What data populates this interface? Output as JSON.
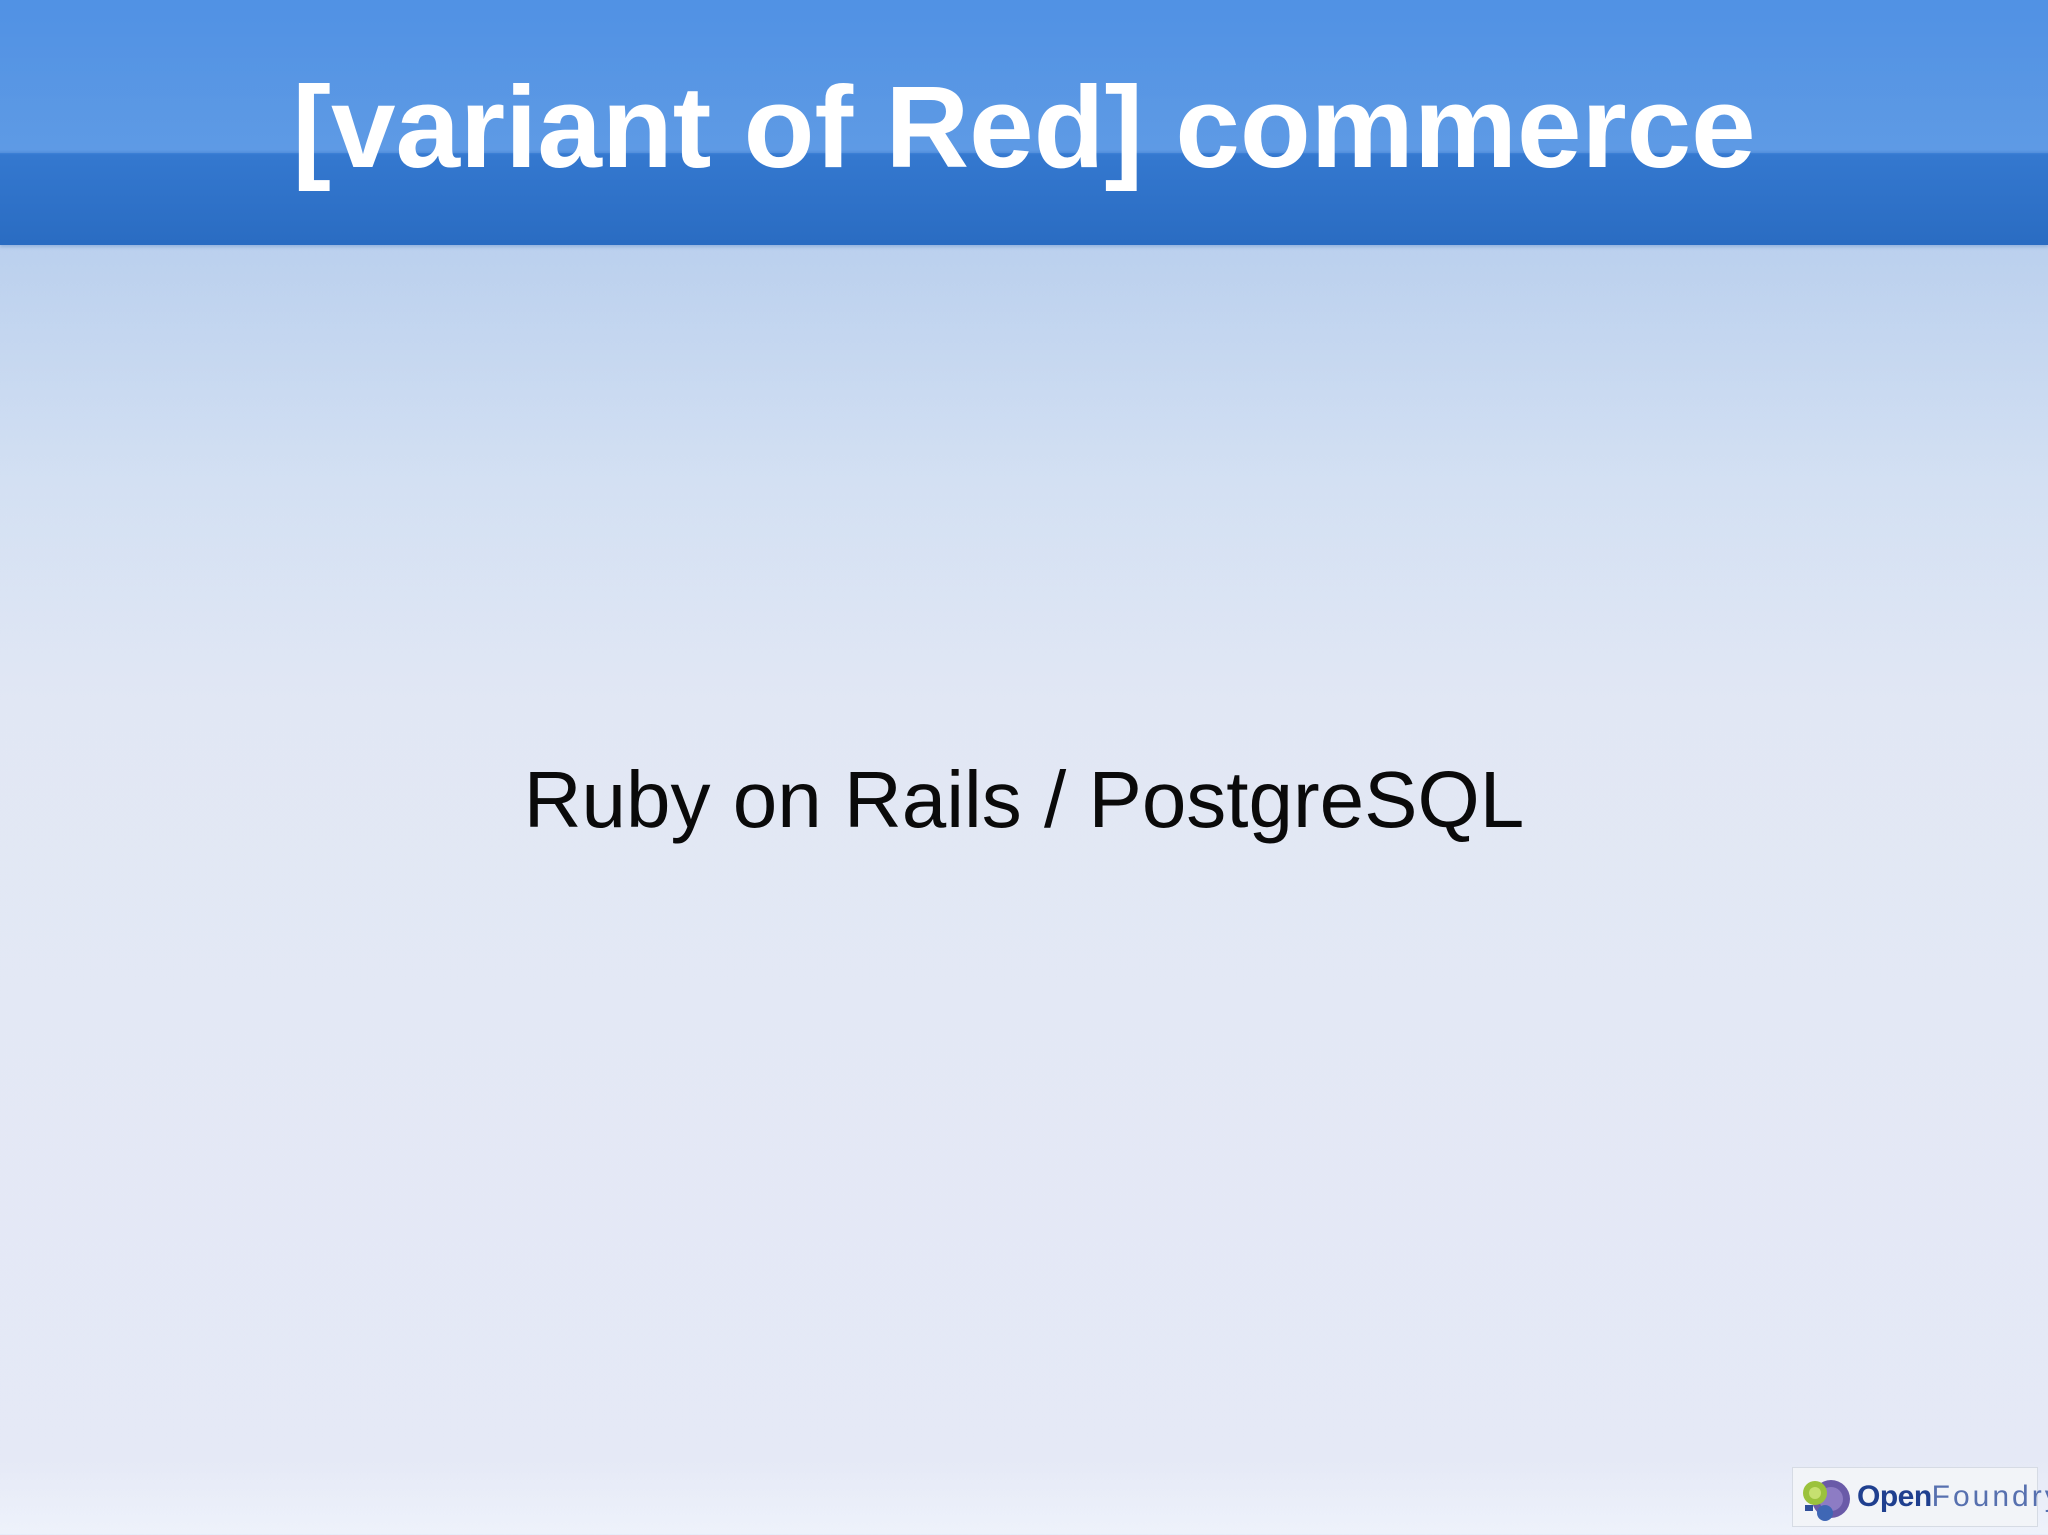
{
  "slide": {
    "title": "[variant of Red] commerce",
    "body": "Ruby on Rails / PostgreSQL"
  },
  "logo": {
    "text_bold": "Open",
    "text_faded": "Foundry",
    "icon": "openfoundry-logo-icon"
  },
  "colors": {
    "title_bar": "#4b8ee3",
    "title_bar_lower": "#2a6cc2",
    "title_text": "#ffffff",
    "body_text": "#0a0a0a",
    "background_top": "#a9c5ec",
    "background_bottom": "#e5e9f6"
  }
}
